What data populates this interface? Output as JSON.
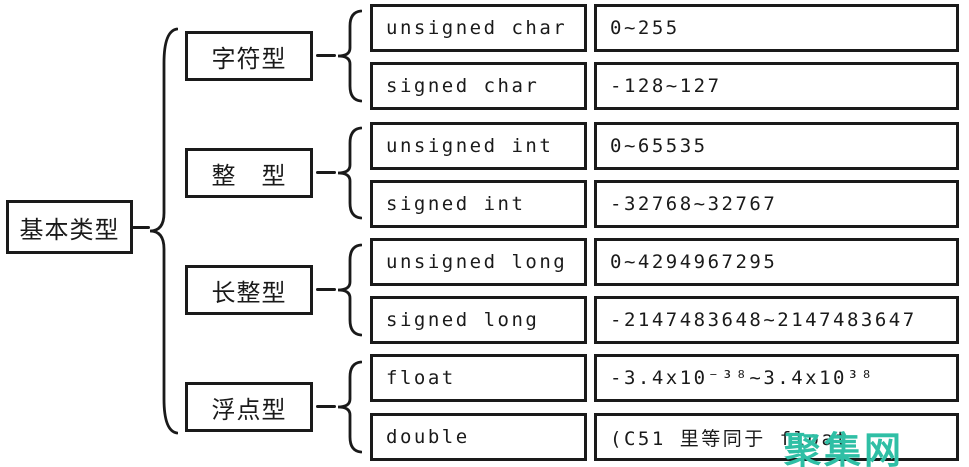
{
  "diagram": {
    "title_semantic": "C basic data types tree",
    "colors": {
      "line": "#1a1a1a",
      "background": "#ffffff",
      "watermark": "#2fbfa5"
    },
    "root": {
      "label": "基本类型"
    },
    "groups": [
      {
        "label": "字符型",
        "types": [
          {
            "name": "unsigned char",
            "range": "0~255"
          },
          {
            "name": "signed char",
            "range": "-128~127"
          }
        ]
      },
      {
        "label": "整　型",
        "types": [
          {
            "name": "unsigned int",
            "range": "0~65535"
          },
          {
            "name": "signed int",
            "range": "-32768~32767"
          }
        ]
      },
      {
        "label": "长整型",
        "types": [
          {
            "name": "unsigned long",
            "range": "0~4294967295"
          },
          {
            "name": "signed long",
            "range": "-2147483648~2147483647"
          }
        ]
      },
      {
        "label": "浮点型",
        "types": [
          {
            "name": "float",
            "range": "-3.4x10⁻³⁸~3.4x10³⁸"
          },
          {
            "name": "double",
            "range": "(C51 里等同于 float"
          }
        ]
      }
    ],
    "watermark": {
      "text": "聚集网"
    }
  }
}
